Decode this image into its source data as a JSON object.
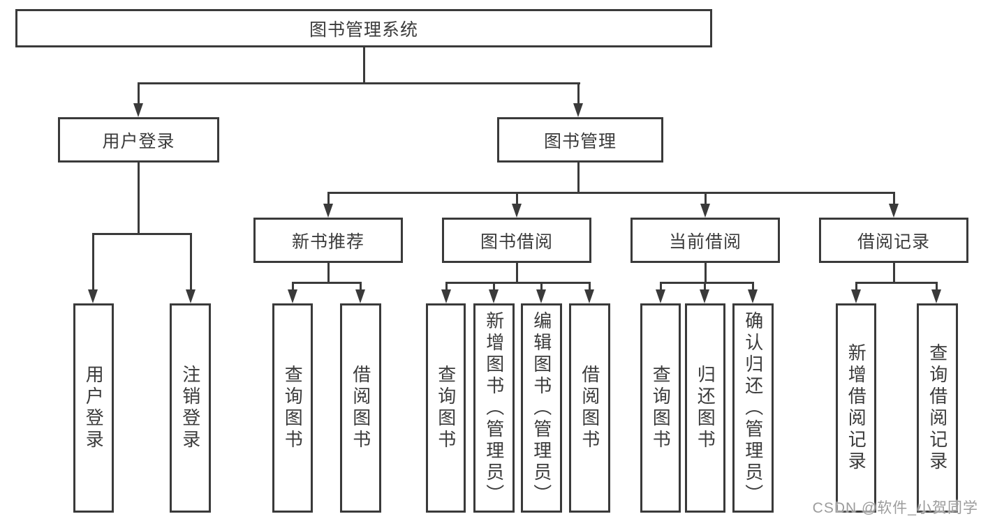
{
  "colors": {
    "line": "#3a3a3a",
    "text": "#3b3b3b",
    "background": "#ffffff",
    "watermark_text": "#9c9c9c"
  },
  "nodes": {
    "root": "图书管理系统",
    "user_login": "用户登录",
    "book_mgmt": "图书管理",
    "new_book_rec": "新书推荐",
    "book_borrow": "图书借阅",
    "current_borrow": "当前借阅",
    "borrow_records": "借阅记录",
    "leaves": {
      "user_login": [
        "用户登录",
        "注销登录"
      ],
      "new_book_rec": [
        "查询图书",
        "借阅图书"
      ],
      "book_borrow": [
        "查询图书",
        "新增图书（管理员）",
        "编辑图书（管理员）",
        "借阅图书"
      ],
      "current_borrow": [
        "查询图书",
        "归还图书",
        "确认归还（管理员）"
      ],
      "borrow_records": [
        "新增借阅记录",
        "查询借阅记录"
      ]
    }
  },
  "watermark": "CSDN @软件_小贺同学"
}
